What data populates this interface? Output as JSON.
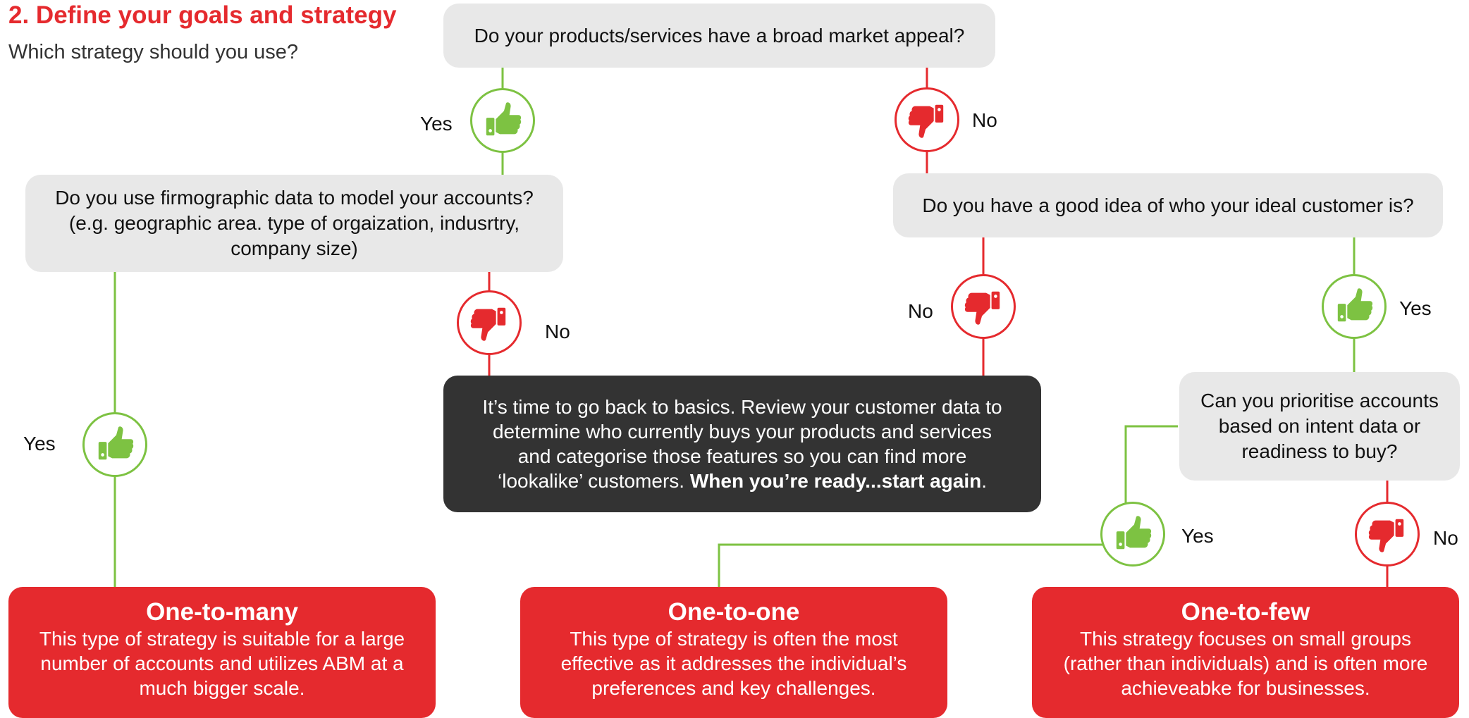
{
  "header": {
    "title": "2. Define your goals and strategy",
    "subtitle": "Which strategy should you use?"
  },
  "questions": {
    "broad_appeal": "Do your products/services have a broad market appeal?",
    "firmographic_line1": "Do you use firmographic data to model your accounts?",
    "firmographic_line2": "(e.g. geographic area. type of orgaization, indusrtry,",
    "firmographic_line3": "company size)",
    "ideal_customer": "Do you have a good idea of who your ideal customer is?",
    "prioritise_line1": "Can you prioritise accounts",
    "prioritise_line2": "based on intent data or",
    "prioritise_line3": "readiness to buy?"
  },
  "back_to_basics": {
    "line1": "It’s time to go back to basics. Review your customer data to",
    "line2": "determine who currently buys your products and services",
    "line3": "and categorise those features so you can find more",
    "line4_start": "‘lookalike’ customers. ",
    "line4_bold": "When you’re ready...start again",
    "line4_end": "."
  },
  "answers": {
    "yes": "Yes",
    "no": "No"
  },
  "outcomes": [
    {
      "title": "One-to-many",
      "line1": "This type of strategy is suitable for a large",
      "line2": "number of accounts and utilizes ABM at a",
      "line3": "much bigger scale."
    },
    {
      "title": "One-to-one",
      "line1": "This type of strategy is often the most",
      "line2": "effective as it addresses the individual’s",
      "line3": "preferences and key challenges."
    },
    {
      "title": "One-to-few",
      "line1": "This strategy focuses on small groups",
      "line2": "(rather than individuals) and is often more",
      "line3": "achieveabke for businesses."
    }
  ],
  "icons": {
    "yes_icon": "thumbs-up-icon",
    "no_icon": "thumbs-down-icon"
  },
  "colors": {
    "accent_red": "#e52a2e",
    "accent_green": "#7dc242",
    "question_box": "#e8e8e8",
    "dark_box": "#333333"
  }
}
